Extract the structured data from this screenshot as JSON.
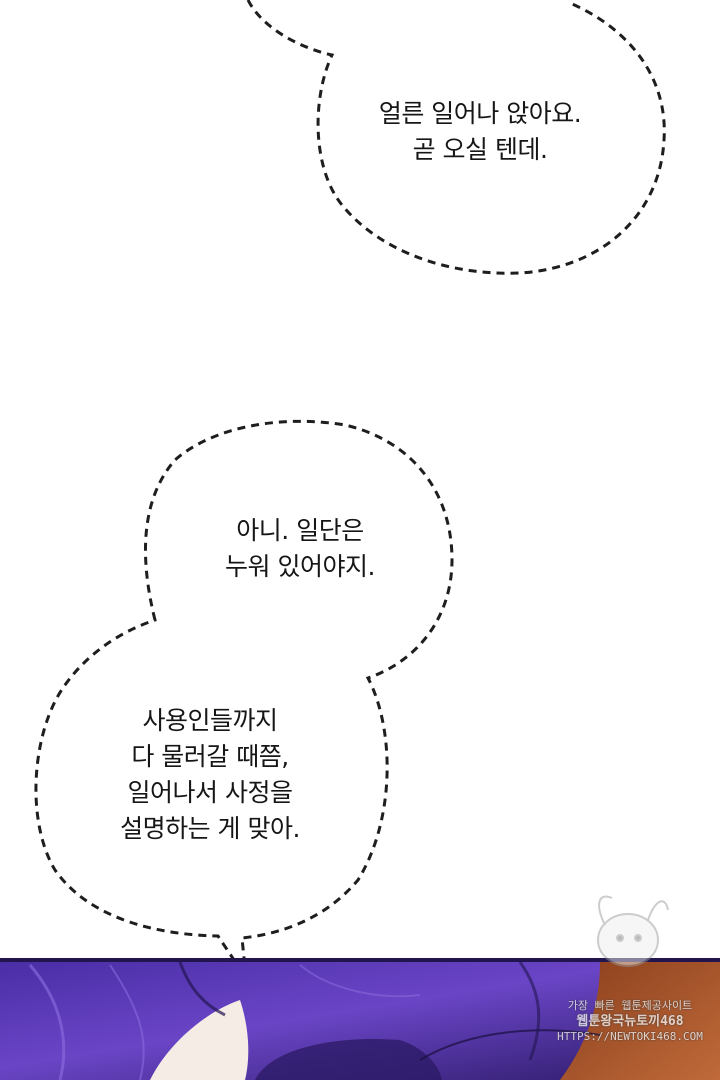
{
  "bubbles": [
    {
      "lines": [
        "얼른 일어나 앉아요.",
        "곧 오실 텐데."
      ]
    },
    {
      "lines": [
        "아니. 일단은",
        "누워 있어야지."
      ]
    },
    {
      "lines": [
        "사용인들까지",
        "다 물러갈 때쯤,",
        "일어나서 사정을",
        "설명하는 게 맞아."
      ]
    }
  ],
  "watermark": {
    "line1": "가장 빠른 웹툰제공사이트",
    "line2": "웹툰왕국뉴토끼468",
    "line3": "HTTPS://NEWTOKI468.COM"
  },
  "colors": {
    "background": "#ffffff",
    "bubble_outline": "#1e1e1e",
    "text": "#161616",
    "hair_purple": "#5a37b5",
    "hair_dark": "#2a1a63",
    "skin": "#f6ece6",
    "bg_brown": "#a8582e"
  }
}
